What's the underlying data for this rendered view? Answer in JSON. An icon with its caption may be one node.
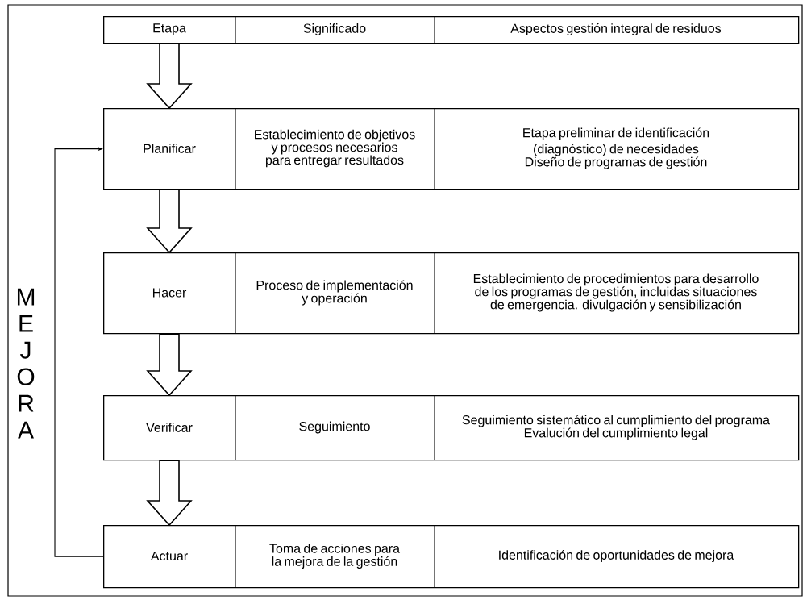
{
  "diagram": {
    "nodes": [
      {
        "text": [
          "Etapa",
          "Significado",
          "Aspectos gestión integral de residuos"
        ]
      },
      {
        "text": [
          "Planificar",
          "Establecimiento de objetivos y procesos necesarios para entregar resultados",
          "Etapa preliminar de identificación (diagnóstico) de necesidades",
          "Diseño de programas de gestión"
        ]
      },
      {
        "text": [
          "Hacer",
          "Proceso de implementación y operación",
          "Establecimiento de procedimientos para desarrollo de los programas de gestión, incluidas situaciones de emergencia. divulgación y sensibilización"
        ]
      },
      {
        "text": [
          "Verificar",
          "Seguimiento",
          "Seguimiento sistemático al cumplimiento del programa",
          "Evalución del cumplimiento legal"
        ]
      },
      {
        "text": [
          "Actuar",
          "Toma de acciones para la mejora de la gestión",
          "Identificación de oportunidades de mejora"
        ]
      }
    ],
    "edges": [
      {
        "from": 0,
        "to": 1,
        "arrow": "to"
      },
      {
        "from": 1,
        "to": 2,
        "arrow": "to"
      },
      {
        "from": 2,
        "to": 3,
        "arrow": "to"
      },
      {
        "from": 3,
        "to": 4,
        "arrow": "to"
      },
      {
        "from": 4,
        "to": 1,
        "arrow": "to",
        "label": "MEJORA"
      }
    ]
  }
}
